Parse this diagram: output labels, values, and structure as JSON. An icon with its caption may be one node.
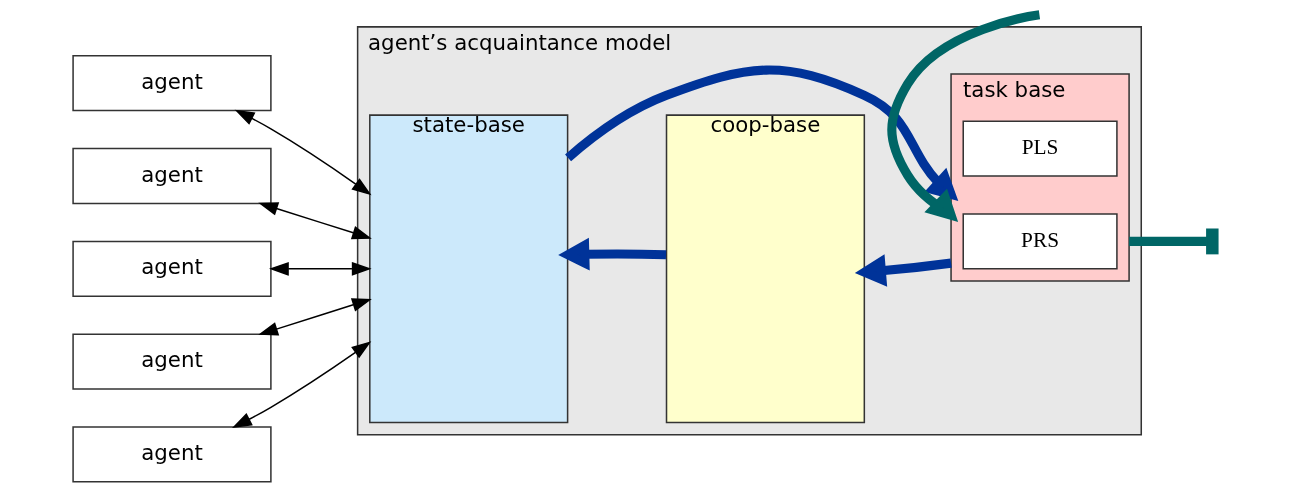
{
  "diagram": {
    "nodes": [
      {
        "text": [
          "agent"
        ]
      },
      {
        "text": [
          "agent"
        ]
      },
      {
        "text": [
          "agent"
        ]
      },
      {
        "text": [
          "agent"
        ]
      },
      {
        "text": [
          "agent"
        ]
      },
      {
        "text": [
          "agent’s acquaintance model"
        ]
      },
      {
        "text": [
          "state-base"
        ],
        "in": 5
      },
      {
        "text": [
          "coop-base"
        ],
        "in": 5
      },
      {
        "text": [
          "task base"
        ],
        "in": 5
      },
      {
        "text": [
          "PRS"
        ],
        "in": 8
      },
      {
        "text": [
          "PLS"
        ],
        "in": 8
      }
    ],
    "edges": [
      {
        "from": 0,
        "to": 6,
        "arrow": "both"
      },
      {
        "from": 1,
        "to": 6,
        "arrow": "both"
      },
      {
        "from": 2,
        "to": 6,
        "arrow": "both"
      },
      {
        "from": 3,
        "to": 6,
        "arrow": "both"
      },
      {
        "from": 4,
        "to": 6,
        "arrow": "both"
      },
      {
        "from": 7,
        "to": 6,
        "arrow": "to",
        "style": "thick",
        "color": "#003399"
      },
      {
        "from": 8,
        "to": 7,
        "arrow": "to",
        "style": "thick",
        "color": "#003399"
      },
      {
        "from": 6,
        "to": 8,
        "arrow": "to",
        "style": "thick",
        "color": "#003399"
      },
      {
        "from": null,
        "to": 8,
        "arrow": "to",
        "style": "thick",
        "color": "#006666"
      },
      {
        "from": 8,
        "to": null,
        "arrow": "other",
        "style": "thick",
        "color": "#006666"
      }
    ]
  }
}
